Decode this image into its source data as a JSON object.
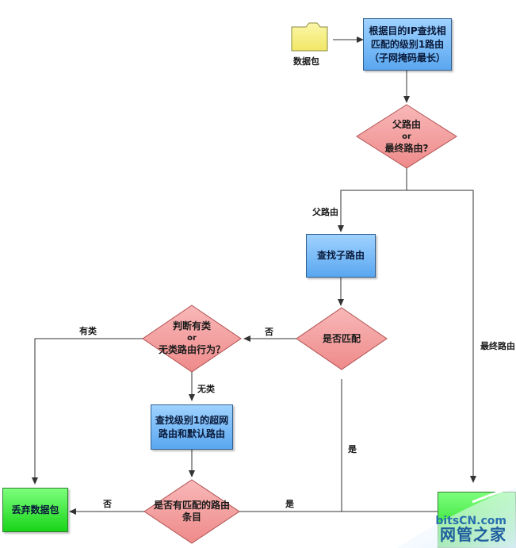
{
  "nodes": {
    "packet_label": "数据包",
    "lookup_level1": [
      "根据目的IP查找相",
      "匹配的级别1路由",
      "（子网掩码最长）"
    ],
    "decision_parent_or_final": [
      "父路由",
      "or",
      "最终路由?"
    ],
    "find_child_route": "查找子路由",
    "decision_match": "是否匹配",
    "decision_classful": [
      "判断有类",
      "or",
      "无类路由行为？"
    ],
    "find_supernet_default": [
      "查找级别1的超网",
      "路由和默认路由"
    ],
    "decision_has_match": [
      "是否有匹配的路由",
      "条目"
    ],
    "drop_packet": "丢弃数据包"
  },
  "edge_labels": {
    "parent_route": "父路由",
    "final_route": "最终路由",
    "no_to_classful": "否",
    "classful": "有类",
    "classless": "无类",
    "yes_match": "是",
    "no_drop": "否",
    "yes_has_match": "是"
  },
  "watermark": {
    "line1": "bitsCN.com",
    "line2": "网管之家"
  },
  "colors": {
    "process_top": "#9fd2ff",
    "process_bottom": "#5aa7f0",
    "decision_fill": "#f4a0a0",
    "terminal_fill": "#22dd22",
    "folder_fill": "#f7f08a",
    "connector": "#333333"
  }
}
